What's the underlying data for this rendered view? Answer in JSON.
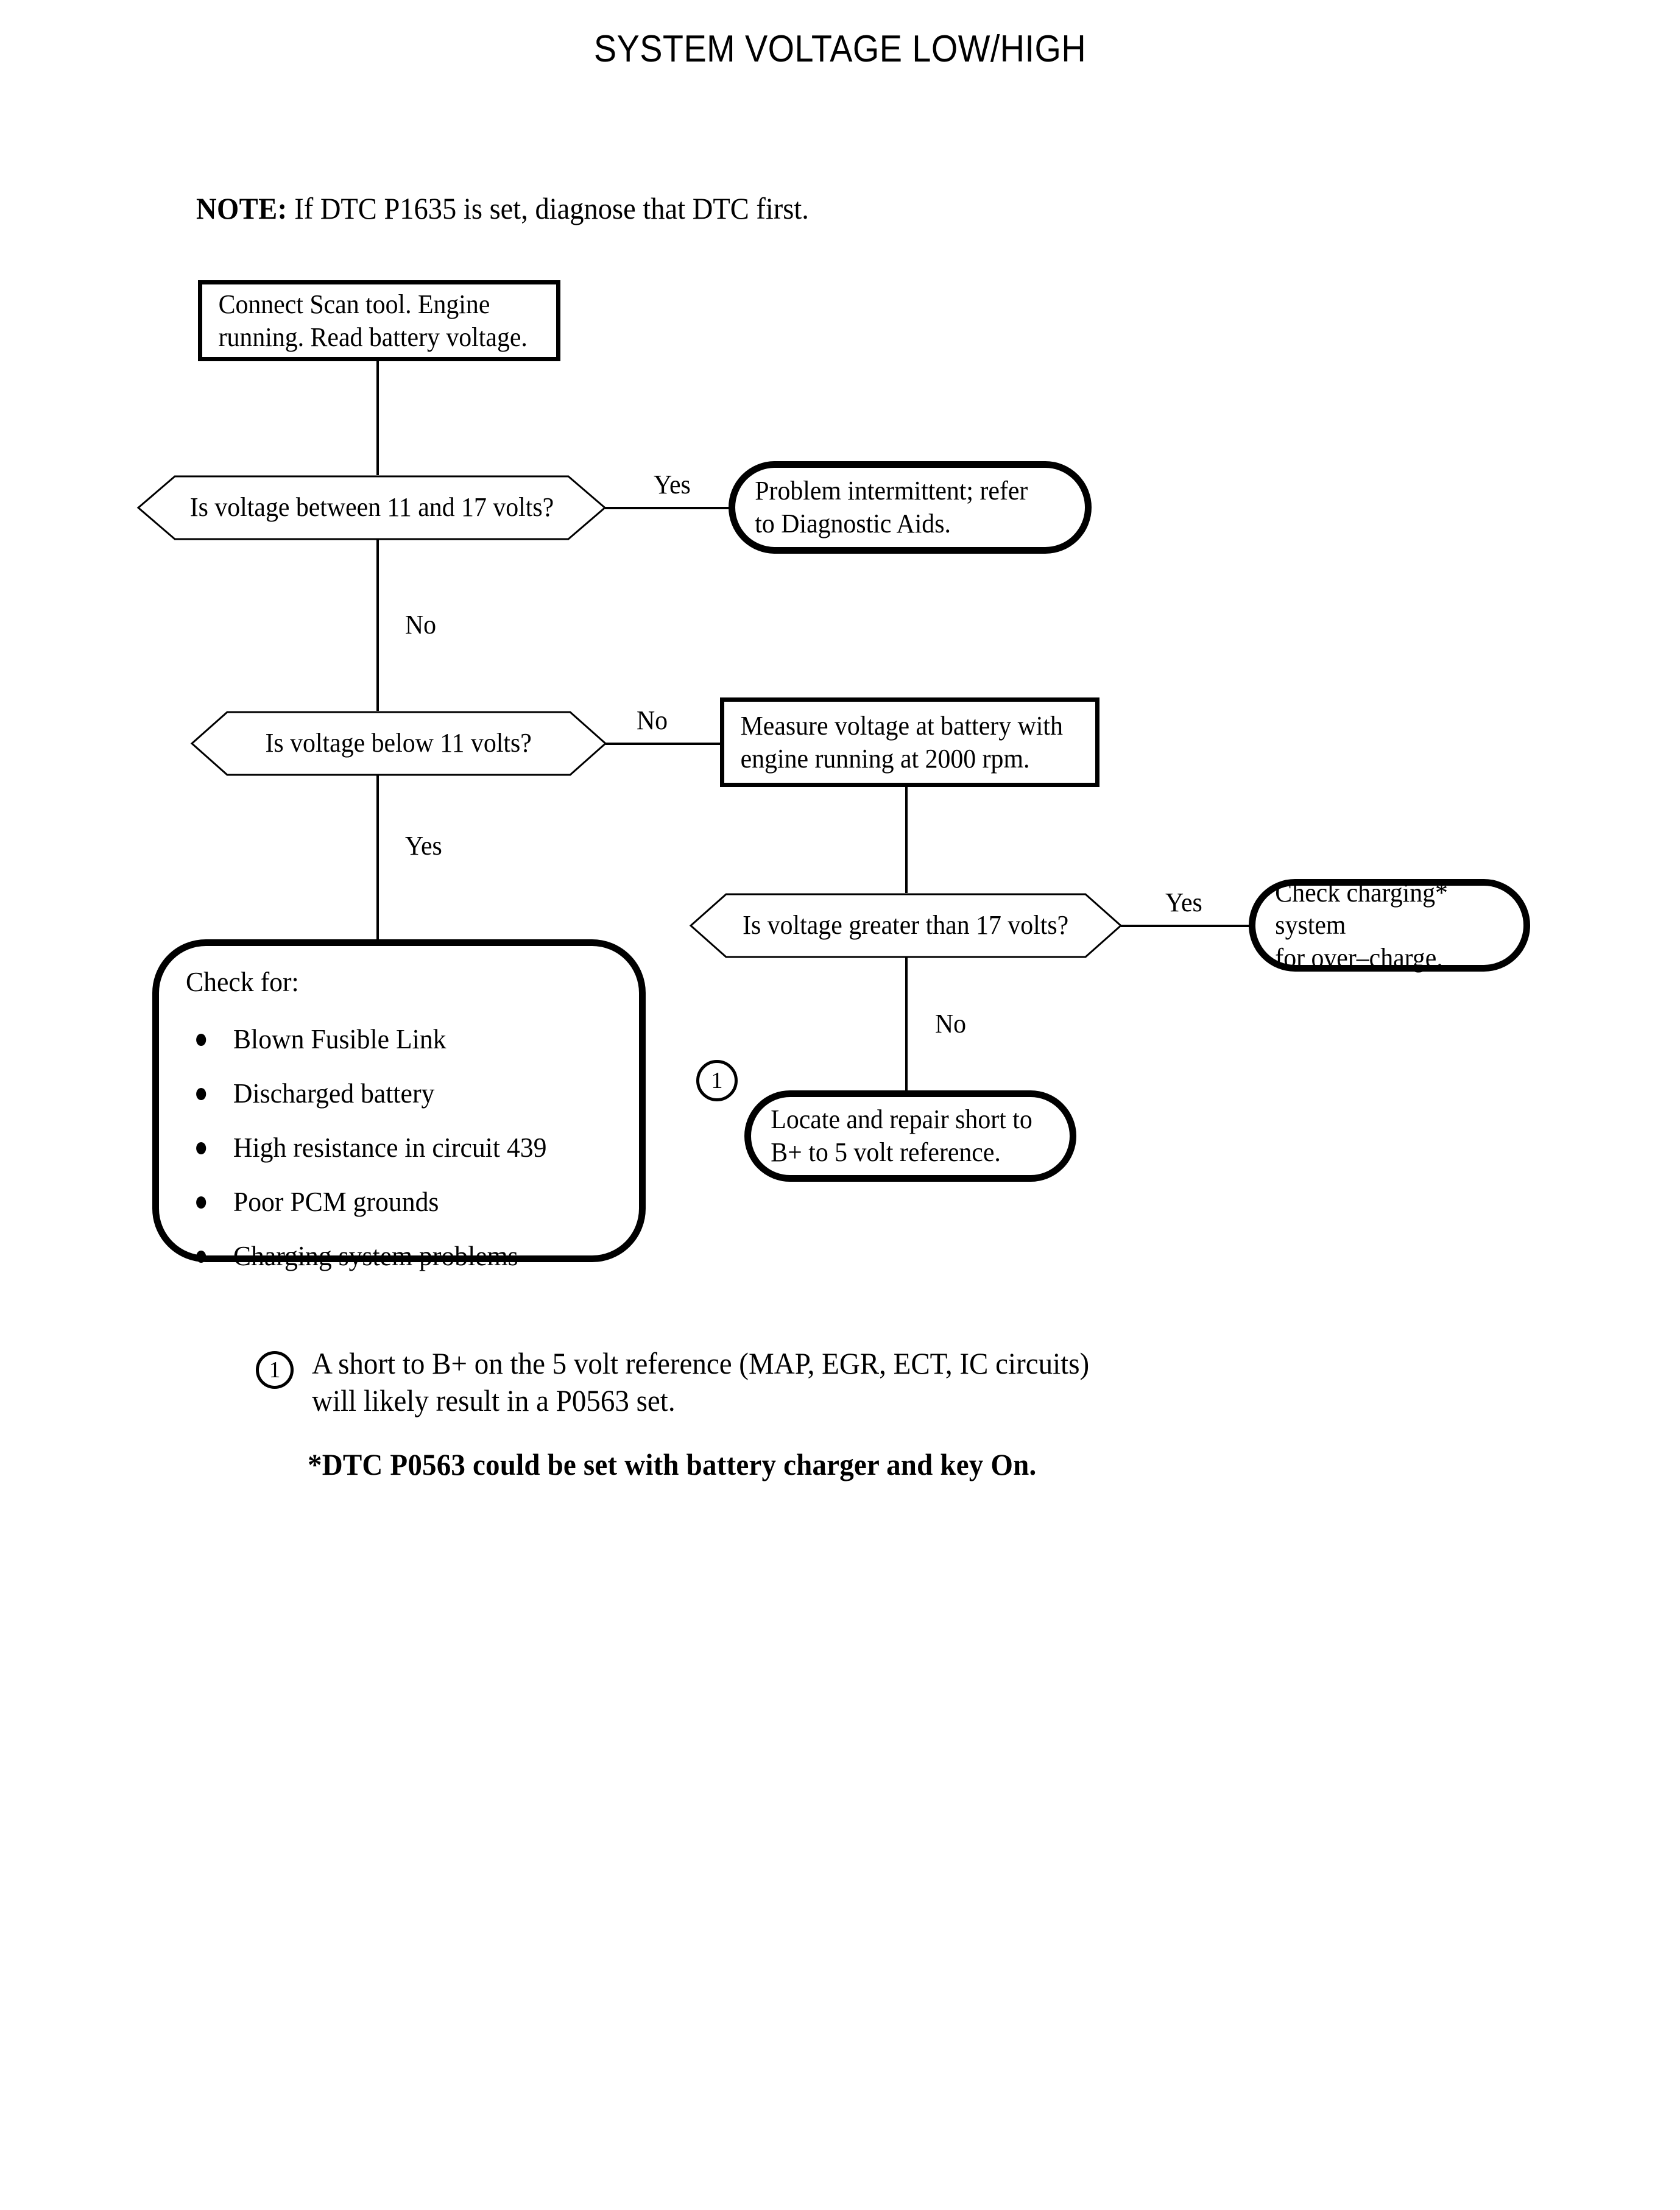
{
  "page": {
    "title": "SYSTEM VOLTAGE LOW/HIGH"
  },
  "note": {
    "label": "NOTE:",
    "text": " If DTC P1635 is set, diagnose that DTC first."
  },
  "flowchart": {
    "start_box": {
      "text": "Connect Scan tool. Engine\nrunning. Read battery voltage."
    },
    "decision_1": {
      "text": "Is voltage between 11 and 17 volts?",
      "yes_label": "Yes",
      "no_label": "No"
    },
    "terminator_intermittent": {
      "text": "Problem intermittent; refer\nto Diagnostic Aids."
    },
    "decision_2": {
      "text": "Is voltage below 11 volts?",
      "yes_label": "Yes",
      "no_label": "No"
    },
    "process_measure": {
      "text": "Measure voltage at battery with\nengine running at 2000 rpm."
    },
    "decision_3": {
      "text": "Is voltage greater than 17 volts?",
      "yes_label": "Yes",
      "no_label": "No"
    },
    "terminator_charging": {
      "text": "Check charging*  system\nfor over–charge."
    },
    "terminator_short": {
      "text": "Locate and repair short to\nB+ to 5 volt reference."
    },
    "ref_marker_1": "1",
    "check_for": {
      "heading": "Check for:",
      "items": [
        "Blown Fusible Link",
        "Discharged battery",
        "High resistance in circuit 439",
        "Poor PCM grounds",
        "Charging system problems"
      ]
    }
  },
  "footnotes": {
    "marker_1": "1",
    "note_1": "A short to B+ on the 5 volt reference (MAP, EGR, ECT, IC circuits)\nwill likely result in a P0563 set.",
    "note_2": "*DTC P0563 could be set with battery charger and key On."
  }
}
